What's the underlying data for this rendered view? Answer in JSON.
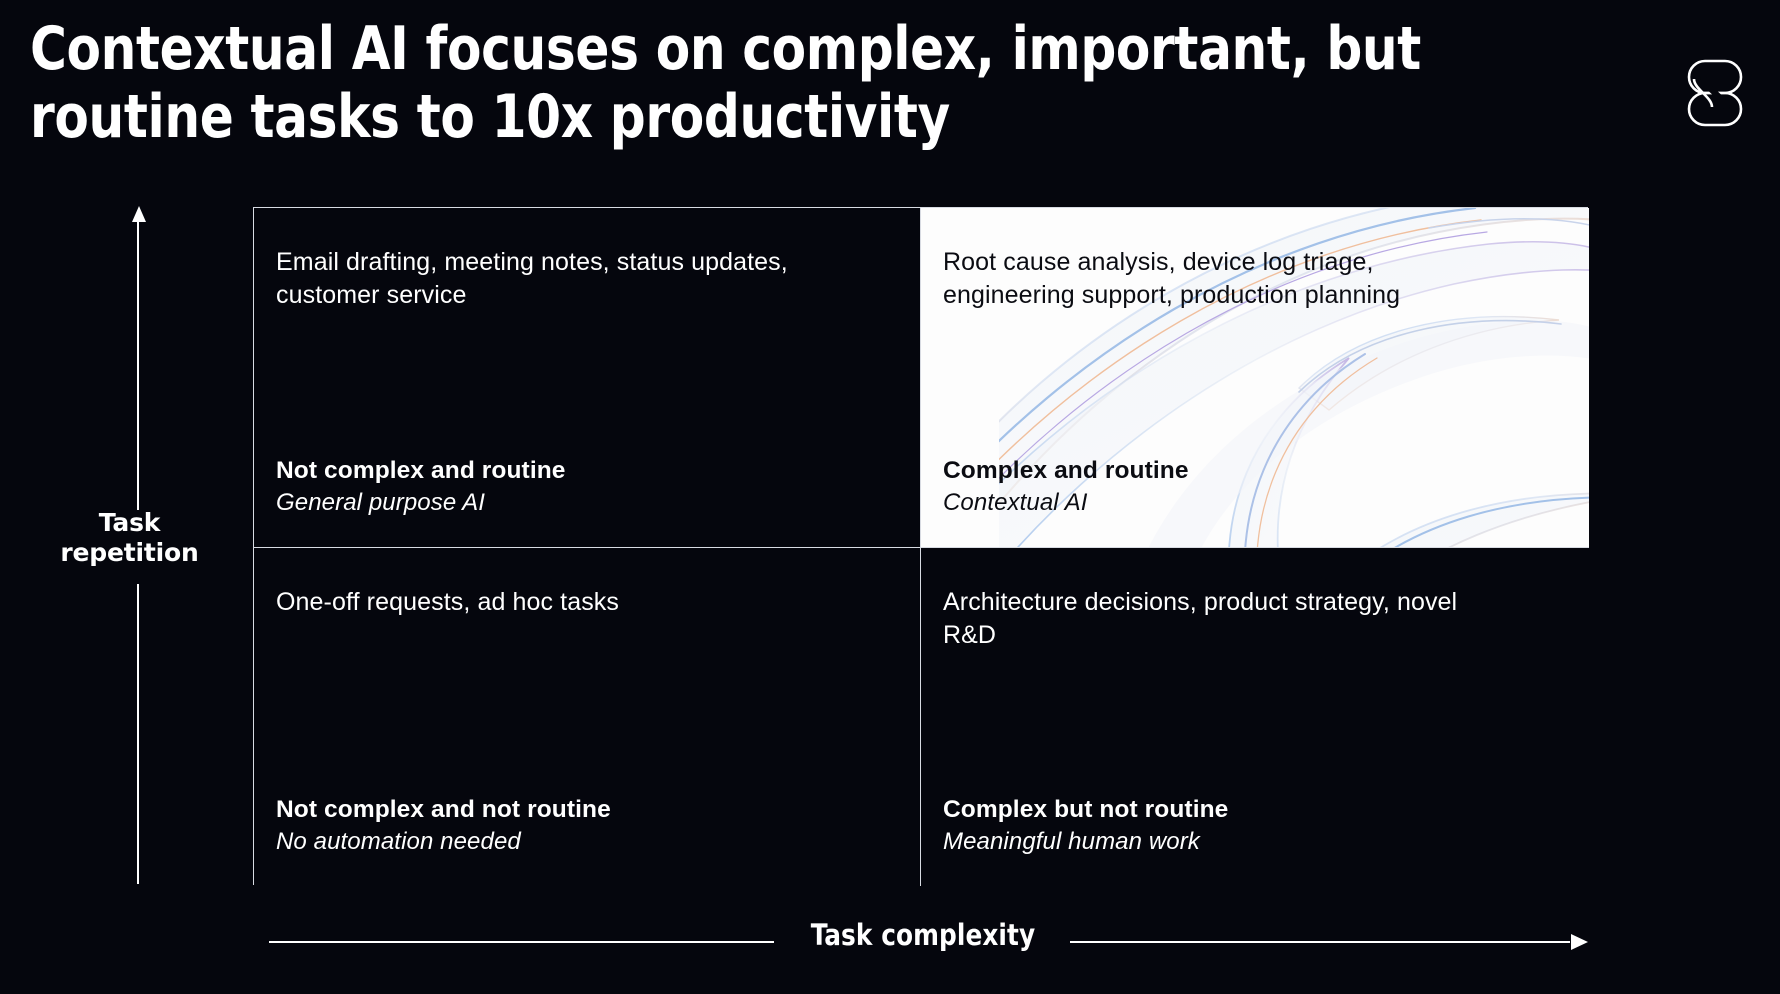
{
  "slide": {
    "title": "Contextual AI focuses on complex, important, but\nroutine tasks to 10x productivity",
    "background_color": "#05060d",
    "logo": {
      "name": "company-logo",
      "glyph": "stacked-rounded-e-ribbon"
    }
  },
  "axes": {
    "y": {
      "label": "Task\nrepetition",
      "direction": "up",
      "arrow_icon": "arrow-up-icon"
    },
    "x": {
      "label": "Task complexity",
      "direction": "right",
      "arrow_icon": "arrow-right-icon"
    }
  },
  "matrix": {
    "border_color": "#d8dbe2",
    "quadrants": [
      {
        "id": "top-left",
        "position": "high-repetition / low-complexity",
        "examples": "Email drafting, meeting notes, status updates, customer service",
        "title": "Not complex and routine",
        "subtitle": "General purpose AI",
        "theme": "dark",
        "highlighted": false
      },
      {
        "id": "top-right",
        "position": "high-repetition / high-complexity",
        "examples": "Root cause analysis, device log triage, engineering support, production planning",
        "title": "Complex and routine",
        "subtitle": "Contextual AI",
        "theme": "light",
        "highlighted": true
      },
      {
        "id": "bottom-left",
        "position": "low-repetition / low-complexity",
        "examples": "One-off requests, ad hoc tasks",
        "title": "Not complex and not routine",
        "subtitle": "No automation needed",
        "theme": "dark",
        "highlighted": false
      },
      {
        "id": "bottom-right",
        "position": "low-repetition / high-complexity",
        "examples": "Architecture decisions, product strategy, novel R&D",
        "title": "Complex but not routine",
        "subtitle": "Meaningful human work",
        "theme": "dark",
        "highlighted": false
      }
    ]
  },
  "decoration": {
    "swirl": {
      "name": "glass-ribbon-artwork",
      "description": "translucent iridescent glass ribbon loops",
      "accent_colors": [
        "#8fb6e8",
        "#b9a6e0",
        "#f3c3a0",
        "#dfe6f2"
      ]
    }
  }
}
